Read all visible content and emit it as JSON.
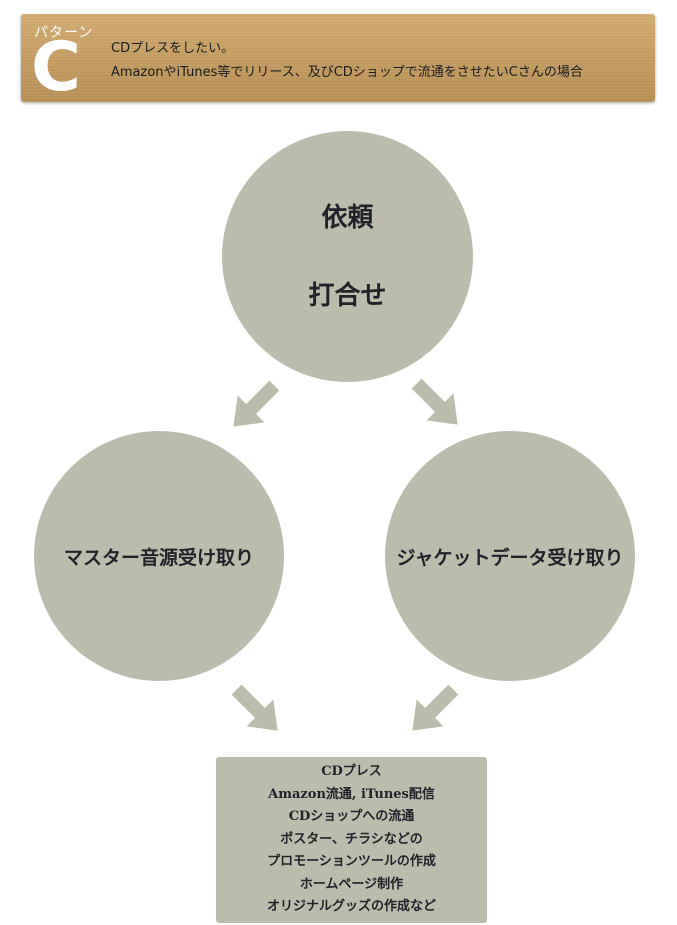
{
  "banner": {
    "pattern_label": "パターン",
    "pattern_letter": "C",
    "line1": "CDプレスをしたい。",
    "line2": "AmazonやiTunes等でリリース、及びCDショップで流通をさせたいCさんの場合"
  },
  "flow": {
    "top": {
      "line1": "依頼",
      "line2": "打合せ"
    },
    "left": {
      "label": "マスター音源受け取り"
    },
    "right": {
      "label": "ジャケットデータ受け取り"
    },
    "result": {
      "items": [
        "CDプレス",
        "Amazon流通, iTunes配信",
        "CDショップへの流通",
        "ポスター、チラシなどの",
        "プロモーションツールの作成",
        "ホームページ制作",
        "オリジナルグッズの作成など"
      ]
    }
  },
  "colors": {
    "banner": "#c49a60",
    "shape_fill": "#bcbcad",
    "text_dark": "#22222a"
  }
}
